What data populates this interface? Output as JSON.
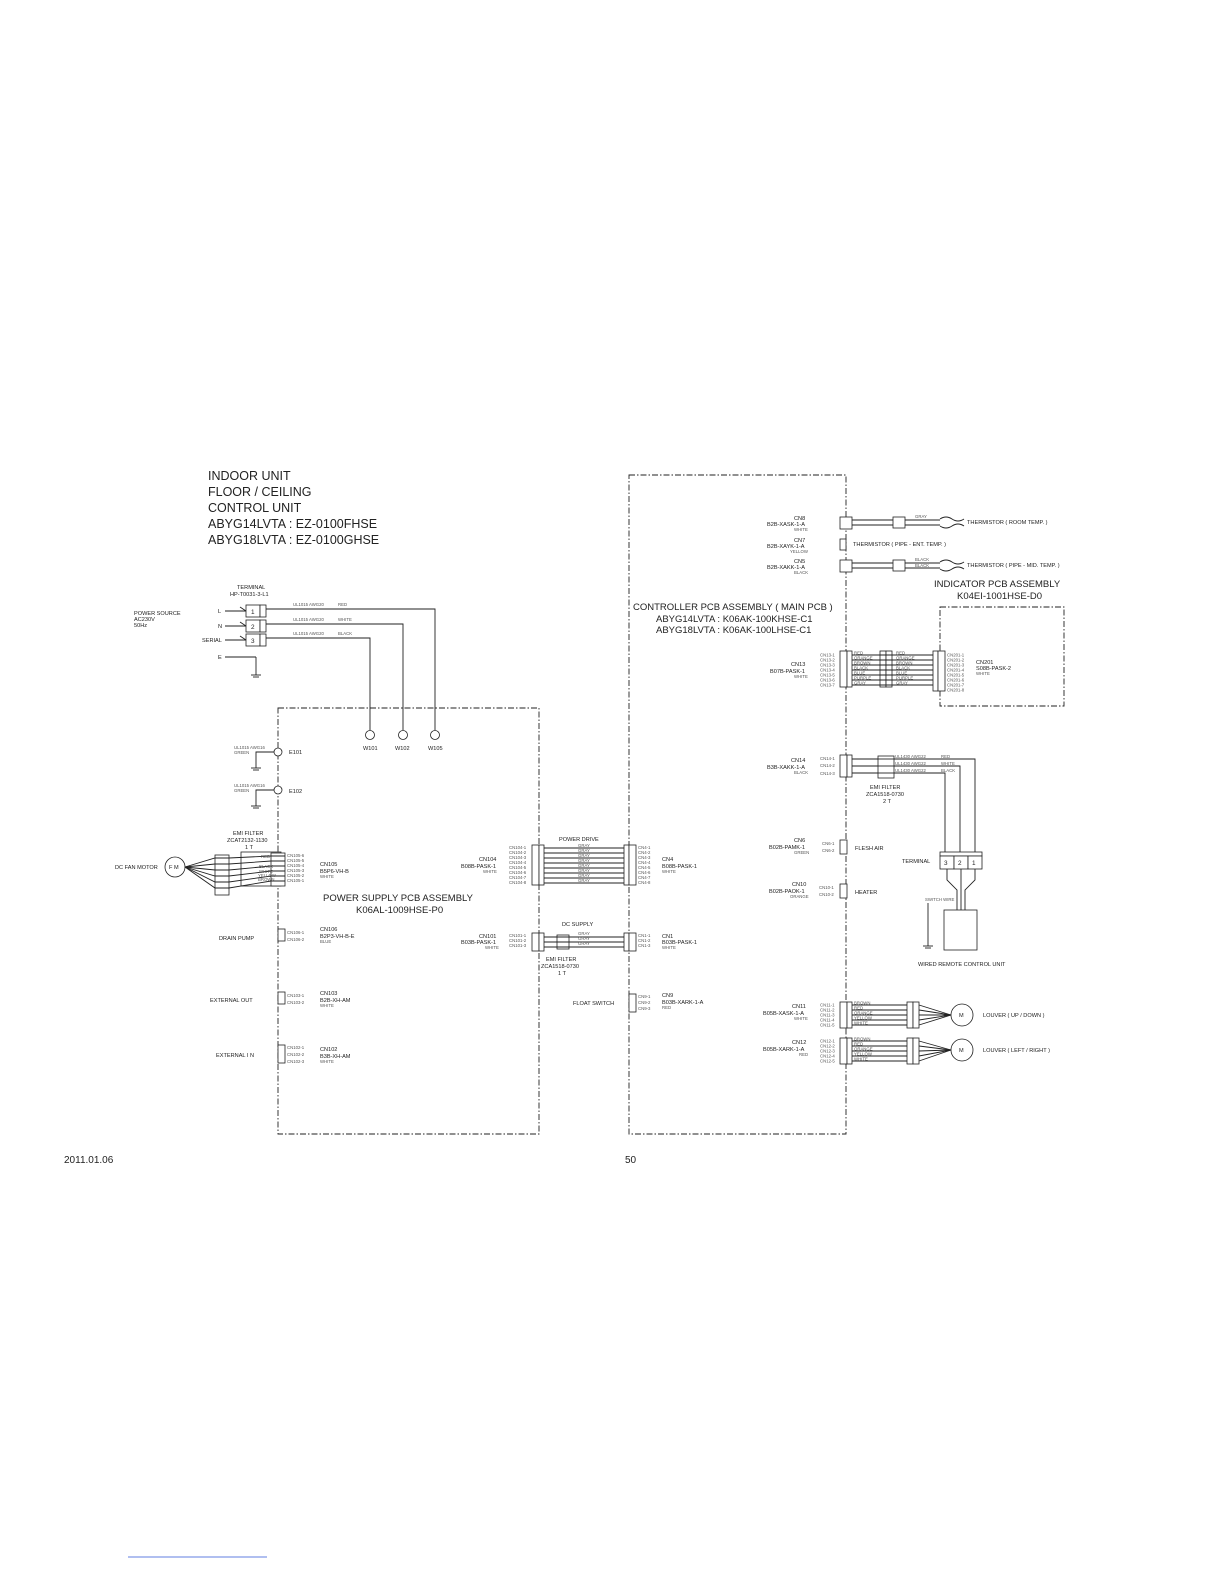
{
  "title_block": [
    "INDOOR UNIT",
    "FLOOR / CEILING",
    "CONTROL UNIT",
    "ABYG14LVTA : EZ-0100FHSE",
    "ABYG18LVTA : EZ-0100GHSE"
  ],
  "power": {
    "terminal_label": "TERMINAL",
    "terminal_part": "HP-T0031-3-L1",
    "source": [
      "POWER SOURCE",
      "AC230V",
      "50Hz"
    ],
    "lines": [
      "L",
      "N",
      "SERIAL",
      "E"
    ],
    "pins": [
      "1",
      "2",
      "3"
    ],
    "wires": [
      {
        "spec": "UL1015  AWG20",
        "color": "RED"
      },
      {
        "spec": "UL1015  AWG20",
        "color": "WHITE"
      },
      {
        "spec": "UL1015  AWG20",
        "color": "BLACK"
      }
    ],
    "w_points": [
      "W101",
      "W102",
      "W105"
    ]
  },
  "earth": [
    {
      "spec": "UL1015  AWG16",
      "color": "GREEN",
      "id": "E101"
    },
    {
      "spec": "UL1015  AWG16",
      "color": "GREEN",
      "id": "E102"
    }
  ],
  "fan": {
    "filter": [
      "EMI FILTER",
      "ZCAT2132-1130",
      "1 T"
    ],
    "motor_label": "DC FAN MOTOR",
    "motor_symbol": "F M",
    "wire_colors": [
      "RED",
      "BLACK",
      "WHITE",
      "YELLOW",
      "BROWN"
    ],
    "pins": [
      "CN105-6",
      "CN105-5",
      "CN105-4",
      "CN105-3",
      "CN105-2",
      "CN105-1"
    ],
    "cn": "CN105",
    "part": "B5P6-VH-B",
    "color": "WHITE"
  },
  "power_pcb": [
    "POWER SUPPLY PCB ASSEMBLY",
    "K06AL-1009HSE-P0"
  ],
  "controller_pcb": [
    "CONTROLLER PCB ASSEMBLY ( MAIN PCB )",
    "ABYG14LVTA : K06AK-100KHSE-C1",
    "ABYG18LVTA : K06AK-100LHSE-C1"
  ],
  "indicator_pcb": [
    "INDICATOR PCB ASSEMBLY",
    "K04EI-1001HSE-D0"
  ],
  "left_connectors": [
    {
      "label": "DRAIN PUMP",
      "pins": [
        "CN106-1",
        "CN106-2"
      ],
      "cn": "CN106",
      "part": "B2P3-VH-B-E",
      "color": "BLUE"
    },
    {
      "label": "EXTERNAL  OUT",
      "pins": [
        "CN103-1",
        "CN103-2"
      ],
      "cn": "CN103",
      "part": "B2B-XH-AM",
      "color": "WHITE"
    },
    {
      "label": "EXTERNAL  I N",
      "pins": [
        "CN102-1",
        "CN102-2",
        "CN102-3"
      ],
      "cn": "CN102",
      "part": "B3B-XH-AM",
      "color": "WHITE"
    }
  ],
  "power_drive": {
    "title": "POWER DRIVE",
    "left": {
      "cn": "CN104",
      "part": "B08B-PASK-1",
      "color": "WHITE",
      "pins": [
        "CN104-1",
        "CN104-2",
        "CN104-3",
        "CN104-4",
        "CN104-5",
        "CN104-6",
        "CN104-7",
        "CN104-8"
      ]
    },
    "right": {
      "cn": "CN4",
      "part": "B08B-PASK-1",
      "color": "WHITE",
      "pins": [
        "CN4-1",
        "CN4-2",
        "CN4-3",
        "CN4-4",
        "CN4-5",
        "CN4-6",
        "CN4-7",
        "CN4-8"
      ]
    },
    "wire_color": "GRAY"
  },
  "dc_supply": {
    "title": "DC SUPPLY",
    "left": {
      "cn": "CN101",
      "part": "B03B-PASK-1",
      "color": "WHITE",
      "pins": [
        "CN101-1",
        "CN101-2",
        "CN101-3"
      ]
    },
    "right": {
      "cn": "CN1",
      "part": "B03B-PASK-1",
      "color": "WHITE",
      "pins": [
        "CN1-1",
        "CN1-2",
        "CN1-3"
      ]
    },
    "wire_color": "GRAY",
    "filter": [
      "EMI FILTER",
      "ZCA1518-0730",
      "1 T"
    ]
  },
  "float_switch": {
    "label": "FLOAT SWITCH",
    "pins": [
      "CN9-1",
      "CN9-2",
      "CN9-3"
    ],
    "cn": "CN9",
    "part": "B03B-XARK-1-A",
    "color": "RED"
  },
  "thermistors": [
    {
      "cn": "CN8",
      "part": "B2B-XASK-1-A",
      "color": "WHITE",
      "wire": "GRAY",
      "label": "THERMISTOR ( ROOM TEMP. )"
    },
    {
      "cn": "CN7",
      "part": "B2B-XAYK-1-A",
      "color": "YELLOW",
      "wire": "",
      "label": "THERMISTOR ( PIPE - ENT. TEMP. )"
    },
    {
      "cn": "CN5",
      "part": "B2B-XAKK-1-A",
      "color": "BLACK",
      "wire": "BLACK",
      "label": "THERMISTOR ( PIPE - MID. TEMP. )"
    }
  ],
  "cn13": {
    "cn": "CN13",
    "part": "B07B-PASK-1",
    "color": "WHITE",
    "pins": [
      "CN13-1",
      "CN13-2",
      "CN13-3",
      "CN13-4",
      "CN13-5",
      "CN13-6",
      "CN13-7"
    ],
    "wire_colors": [
      "RED",
      "ORANGE",
      "BROWN",
      "BLACK",
      "BLUE",
      "PURPLE",
      "GRAY"
    ],
    "right_pins": [
      "CN201-1",
      "CN201-2",
      "CN201-3",
      "CN201-4",
      "CN201-5",
      "CN201-6",
      "CN201-7",
      "CN201-8"
    ],
    "right_cn": "CN201",
    "right_part": "S08B-PASK-2",
    "right_color": "WHITE"
  },
  "cn14": {
    "cn": "CN14",
    "part": "B3B-XAKK-1-A",
    "color": "BLACK",
    "pins": [
      "CN14-1",
      "CN14-2",
      "CN14-3"
    ],
    "wires": [
      {
        "spec": "UL1430  AWG22",
        "color": "RED"
      },
      {
        "spec": "UL1430  AWG22",
        "color": "WHITE"
      },
      {
        "spec": "UL1430  AWG22",
        "color": "BLACK"
      }
    ],
    "filter": [
      "EMI FILTER",
      "ZCA1518-0730",
      "2 T"
    ],
    "terminal": "TERMINAL",
    "terminal_pins": [
      "3",
      "2",
      "1"
    ],
    "switch_wire": "SWITCH WIRE",
    "remote": "WIRED REMOTE CONTROL UNIT"
  },
  "cn6": {
    "cn": "CN6",
    "part": "B02B-PAMK-1",
    "color": "GREEN",
    "pins": [
      "CN6-1",
      "CN6-2"
    ],
    "label": "FLESH AIR"
  },
  "cn10": {
    "cn": "CN10",
    "part": "B02B-PAOK-1",
    "color": "ORANGE",
    "pins": [
      "CN10-1",
      "CN10-2"
    ],
    "label": "HEATER"
  },
  "louvers": [
    {
      "cn": "CN11",
      "part": "B05B-XASK-1-A",
      "color": "WHITE",
      "pins": [
        "CN11-1",
        "CN11-2",
        "CN11-3",
        "CN11-4",
        "CN11-5"
      ],
      "wire_colors": [
        "BROWN",
        "RED",
        "ORANGE",
        "YELLOW",
        "WHITE"
      ],
      "motor": "M",
      "label": "LOUVER ( UP / DOWN )"
    },
    {
      "cn": "CN12",
      "part": "B05B-XARK-1-A",
      "color": "RED",
      "pins": [
        "CN12-1",
        "CN12-2",
        "CN12-3",
        "CN12-4",
        "CN12-5"
      ],
      "wire_colors": [
        "BROWN",
        "RED",
        "ORANGE",
        "YELLOW",
        "WHITE"
      ],
      "motor": "M",
      "label": "LOUVER ( LEFT / RIGHT )"
    }
  ],
  "footer": {
    "date": "2011.01.06",
    "page": "50"
  }
}
